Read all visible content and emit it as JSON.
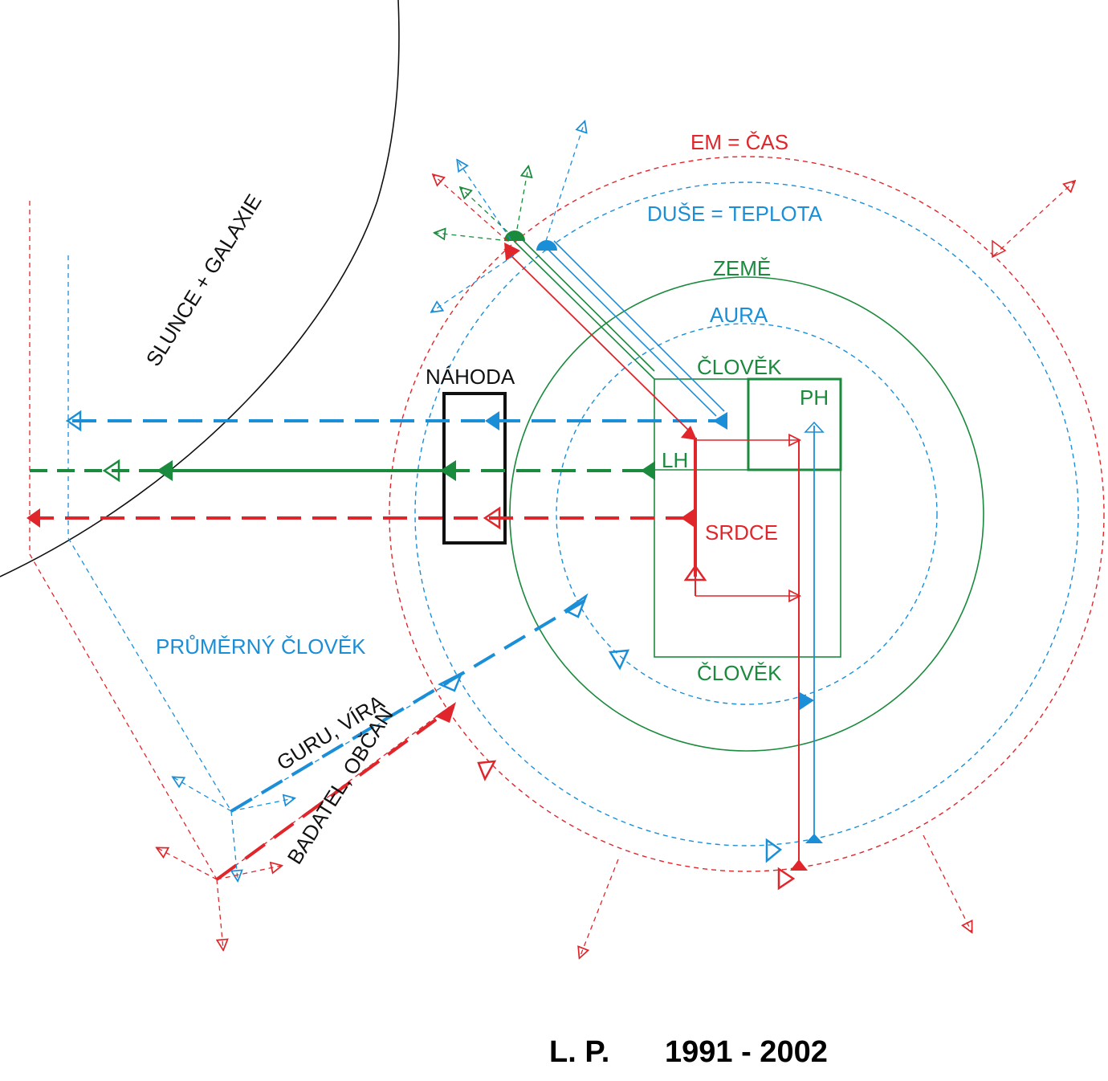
{
  "labels": {
    "em_cas": "EM = ČAS",
    "duse_teplota": "DUŠE = TEPLOTA",
    "zeme": "ZEMĚ",
    "aura": "AURA",
    "clovek_top": "ČLOVĚK",
    "clovek_bottom": "ČLOVĚK",
    "ph": "PH",
    "lh": "LH",
    "srdce": "SRDCE",
    "nahoda": "NÁHODA",
    "slunce_galaxie": "SLUNCE + GALAXIE",
    "prumerny_clovek": "PRŮMĚRNÝ ČLOVĚK",
    "guru_vira": "GURU, VÍRA",
    "badatel_obcan": "BADATEL, OBČAN"
  },
  "footer": {
    "author": "L. P.",
    "years": "1991 - 2002"
  },
  "colors": {
    "red": "#e0262b",
    "blue": "#1a8fd8",
    "green": "#1a8a3c",
    "black": "#111111"
  }
}
